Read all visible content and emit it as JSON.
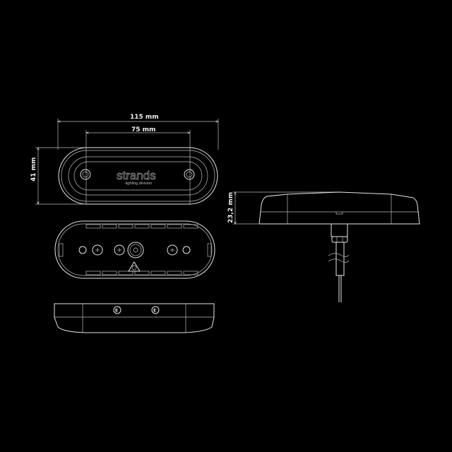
{
  "dimensions": {
    "overall_length": "115 mm",
    "mounting_hole_spacing": "75 mm",
    "width": "41 mm",
    "height": "23,2 mm"
  },
  "logo": {
    "brand": "strands",
    "tagline": "-lighting division"
  },
  "approval_marks": {
    "e_mark": "E"
  },
  "colors": {
    "background": "#000000",
    "line": "#e6e6e6"
  }
}
